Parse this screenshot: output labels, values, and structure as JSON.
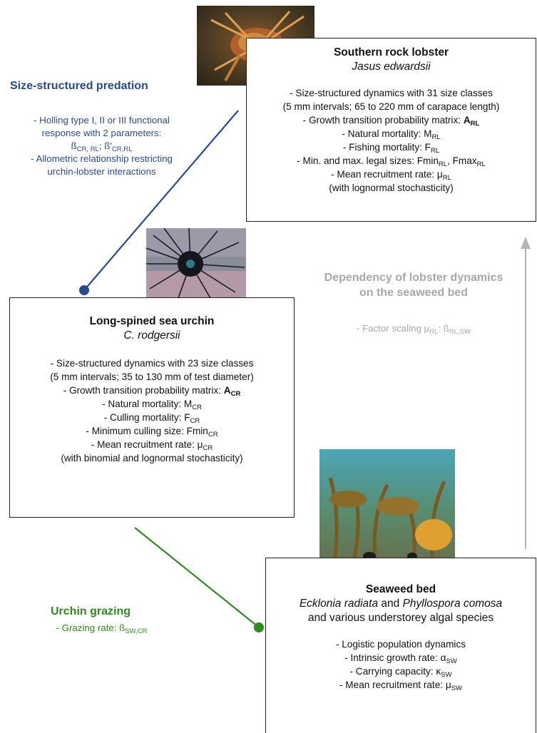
{
  "lobster": {
    "title": "Southern rock lobster",
    "sci": "Jasus edwardsii",
    "l1": "- Size-structured dynamics with 31 size classes",
    "l2": "(5 mm intervals; 65 to 220 mm of carapace length)",
    "l3a": "- Growth transition probability matrix: ",
    "l3b": "A",
    "l3c": "RL",
    "l4a": "- Natural mortality: M",
    "l4b": "RL",
    "l5a": "- Fishing mortality: F",
    "l5b": "RL",
    "l6a": "- Min. and max. legal sizes: Fmin",
    "l6b": "RL",
    "l6c": ", Fmax",
    "l6d": "RL",
    "l7a": "- Mean recruitment rate: μ",
    "l7b": "RL",
    "l8": "(with lognormal stochasticity)"
  },
  "urchin": {
    "title": "Long-spined sea urchin",
    "sci": "C. rodgersii",
    "l1": "- Size-structured dynamics with 23 size classes",
    "l2": "(5 mm intervals; 35 to 130 mm of test diameter)",
    "l3a": "- Growth transition probability matrix: ",
    "l3b": "A",
    "l3c": "CR",
    "l4a": "- Natural mortality: M",
    "l4b": "CR",
    "l5a": "- Culling mortality: F",
    "l5b": "CR",
    "l6a": "- Minimum culling size: Fmin",
    "l6b": "CR",
    "l7a": "- Mean recruitment rate: μ",
    "l7b": "CR",
    "l8": "(with binomial and lognormal stochasticity)"
  },
  "seaweed": {
    "title": "Seaweed bed",
    "sci1": "Ecklonia radiata",
    "and1": " and ",
    "sci2": "Phyllospora comosa",
    "l0": "and various understorey algal species",
    "l1": "- Logistic population dynamics",
    "l2a": "- Intrinsic growth rate: α",
    "l2b": "SW",
    "l3a": "- Carrying capacity: κ",
    "l3b": "SW",
    "l4a": "- Mean recruitment rate: μ",
    "l4b": "SW"
  },
  "predation": {
    "heading": "Size-structured predation",
    "l1": "- Holling type I, II or III functional",
    "l2": "response with 2 parameters:",
    "l3a": "ß",
    "l3b": "CR, RL",
    "l3c": "; ß'",
    "l3d": "CR,RL",
    "l4": "- Allometric relationship restricting",
    "l5": "urchin-lobster interactions"
  },
  "dependency": {
    "heading1": "Dependency of lobster dynamics",
    "heading2": "on the seaweed bed",
    "l1a": "- Factor scaling μ",
    "l1b": "RL",
    "l1c": ": ß",
    "l1d": "RL,SW"
  },
  "grazing": {
    "heading": "Urchin grazing",
    "l1a": "- Grazing rate: ß",
    "l1b": "SW,CR"
  },
  "colors": {
    "predation": "#2a4a8e",
    "grazing": "#2e8b1e",
    "dependency": "#a8a8a8"
  }
}
